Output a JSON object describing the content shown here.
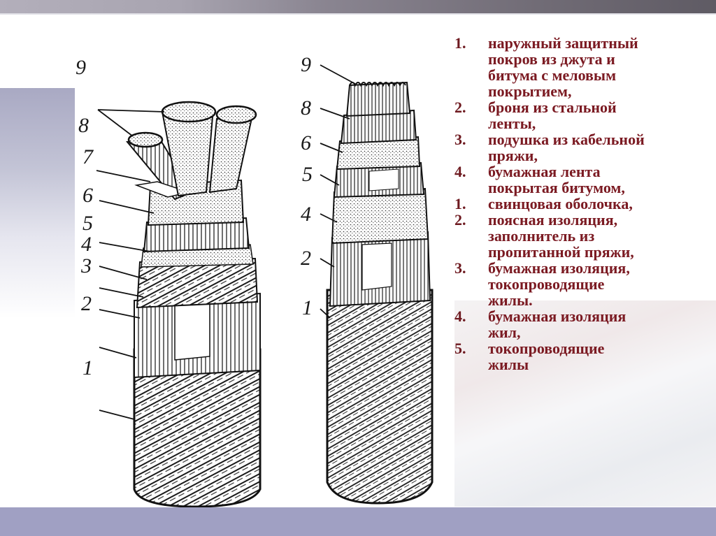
{
  "slide": {
    "colors": {
      "top_bar": "#7a7580",
      "side_panel": "#a9a9c3",
      "bottom_bar": "#a0a0c3",
      "legend_text": "#7b1a22"
    }
  },
  "figures": {
    "left_cable": {
      "description": "three-core cable cross-section drawing",
      "labels": [
        "9",
        "8",
        "7",
        "6",
        "5",
        "4",
        "3",
        "2",
        "1"
      ]
    },
    "right_cable": {
      "description": "multi-wire cable cross-section drawing",
      "labels": [
        "9",
        "8",
        "6",
        "5",
        "4",
        "2",
        "1"
      ]
    }
  },
  "legend": {
    "items": [
      {
        "num": "1.",
        "text": "наружный защитный\nпокров из джута и\nбитума с меловым\nпокрытием,"
      },
      {
        "num": "2.",
        "text": "броня из стальной\nленты,"
      },
      {
        "num": "3.",
        "text": "подушка из кабельной\nпряжи,"
      },
      {
        "num": "4.",
        "text": "бумажная лента\nпокрытая битумом,"
      },
      {
        "num": "1.",
        "text": "свинцовая оболочка,"
      },
      {
        "num": "2.",
        "text": "поясная изоляция,\nзаполнитель из\nпропитанной пряжи,"
      },
      {
        "num": "3.",
        "text": "бумажная изоляция,\nтокопроводящие\nжилы."
      },
      {
        "num": "4.",
        "text": "бумажная изоляция\nжил,"
      },
      {
        "num": "5.",
        "text": "токопроводящие\nжилы"
      }
    ]
  }
}
